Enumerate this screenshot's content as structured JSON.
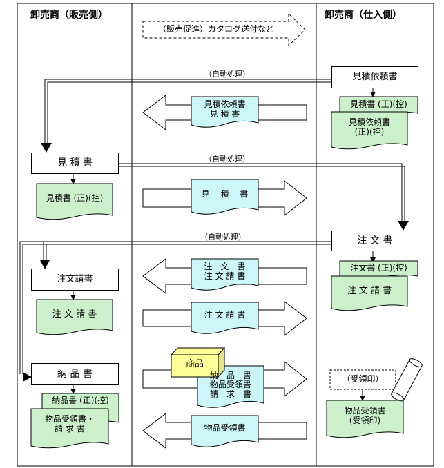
{
  "headers": {
    "left": "卸売商（販売側）",
    "right": "卸売商（仕入側）"
  },
  "promo": "（販売促進）カタログ送付など",
  "auto": "（自動処理）",
  "left_boxes": {
    "mitsumori": "見 積 書",
    "chumon_uke": "注文請書",
    "nohin": "納 品 書"
  },
  "right_boxes": {
    "irai": "見積依頼書",
    "chumon": "注 文 書",
    "juryo": "（受領印）"
  },
  "docs": {
    "r_mitsumori_copy": "見積書 (正)(控)",
    "r_irai_copy": "見積依頼書\n(正)(控)",
    "l_mitsumori_copy": "見積書 (正)(控)",
    "r_chumon_copy": "注文書 (正)(控)",
    "r_chumon_uke": "注 文 請 書",
    "l_chumon_uke": "注 文 請 書",
    "l_nohin_copy": "納品書 (正)(控)",
    "l_buppin": "物品受領書・\n請 求 書",
    "r_buppin": "物品受領書\n(受領印)"
  },
  "flows": {
    "f1": "見積依頼書\n見 積 書",
    "f2": "見　 積　 書",
    "f3": "注　文　書\n注 文 請 書",
    "f4": "注 文 請 書",
    "f5": "納　品　書\n物品受領書\n請　求　書",
    "f6": "物品受領書"
  },
  "goods": "商品",
  "colors": {
    "doc_green": "#ccf0cc",
    "flow_cyan": "#ccf6f8",
    "goods_yellow": "#ffff99"
  }
}
